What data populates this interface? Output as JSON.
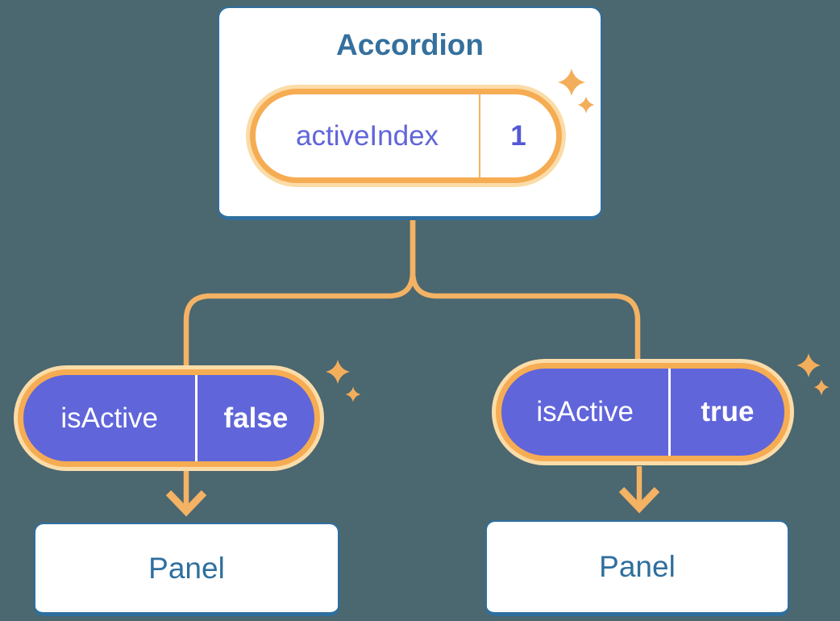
{
  "diagram": {
    "description": "Component tree diagram: Accordion parent holding state, passing props to two Panel children",
    "root": {
      "title": "Accordion",
      "state": {
        "name": "activeIndex",
        "value": "1"
      }
    },
    "children": [
      {
        "prop_name": "isActive",
        "prop_value": "false",
        "panel_label": "Panel"
      },
      {
        "prop_name": "isActive",
        "prop_value": "true",
        "panel_label": "Panel"
      }
    ],
    "icons": {
      "sparkle": "sparkle-icon (4-point twinkle star)",
      "arrow": "arrow-down-icon"
    },
    "colors": {
      "background": "#4B6770",
      "card_border_blue": "#2F6F9E",
      "title_blue": "#35709D",
      "line_orange": "#F3B264",
      "pill_border_orange": "#F6AC52",
      "pill_glow_orange": "#FBDCA8",
      "pill_purple": "#6065DA",
      "state_text_indigo": "#6065D9",
      "sparkle_orange": "#F3AE5B",
      "white": "#FFFFFF"
    }
  }
}
